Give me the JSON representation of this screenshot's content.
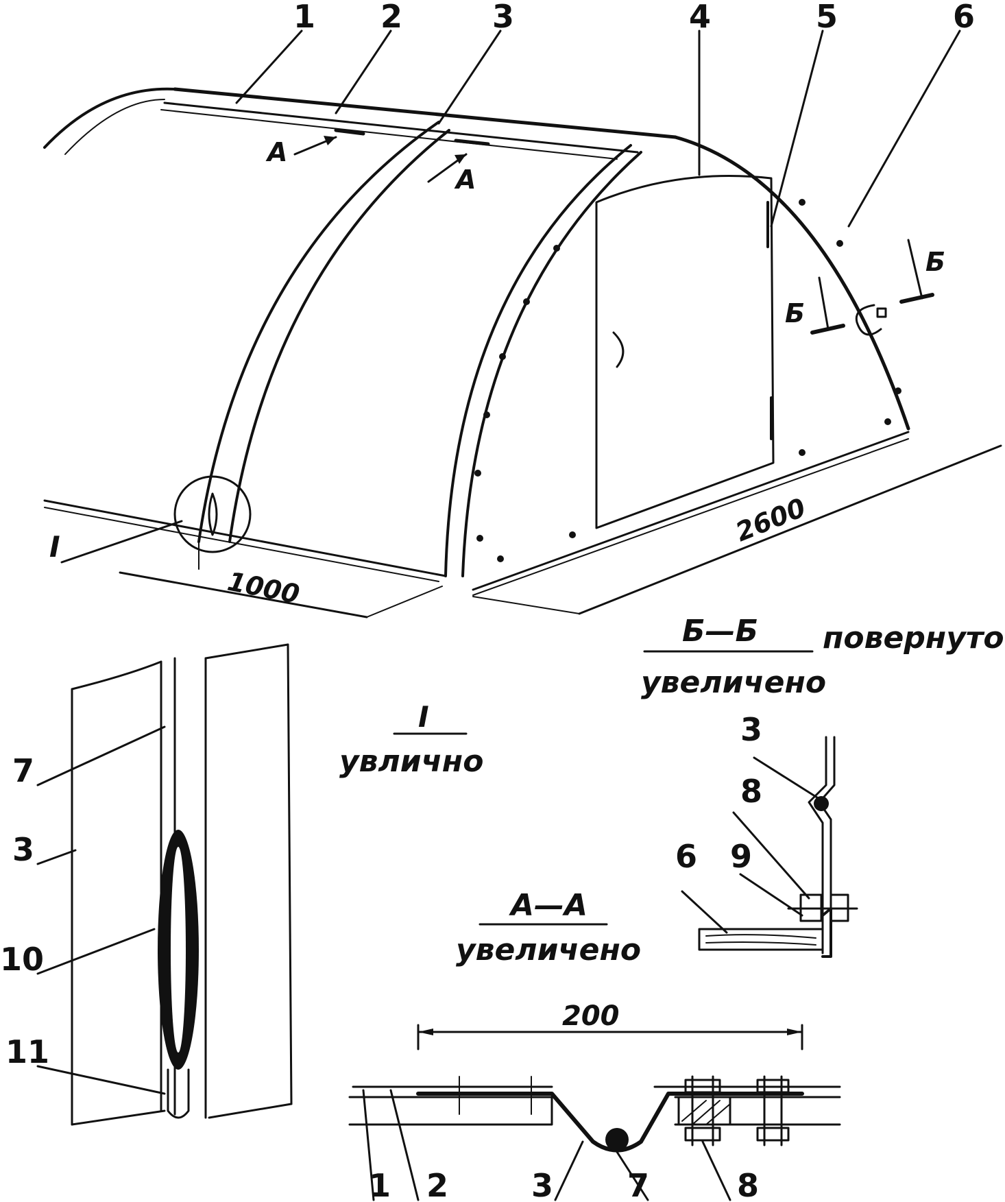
{
  "callouts": {
    "c1": "1",
    "c2": "2",
    "c3": "3",
    "c4": "4",
    "c5": "5",
    "c6": "6",
    "c7": "7",
    "c8": "8",
    "c9": "9",
    "c10": "10",
    "c11": "11"
  },
  "section_marks": {
    "a": "А",
    "b": "Б",
    "detail": "I"
  },
  "dimensions": {
    "arch_spacing": "1000",
    "length": "2600",
    "bay_width": "200"
  },
  "views": {
    "detail_i": {
      "title": "I",
      "caption": "увлично"
    },
    "section_bb": {
      "title": "Б—Б",
      "note": "повернуто",
      "caption": "увеличено"
    },
    "section_aa": {
      "title": "А—А",
      "caption": "увеличено"
    }
  }
}
